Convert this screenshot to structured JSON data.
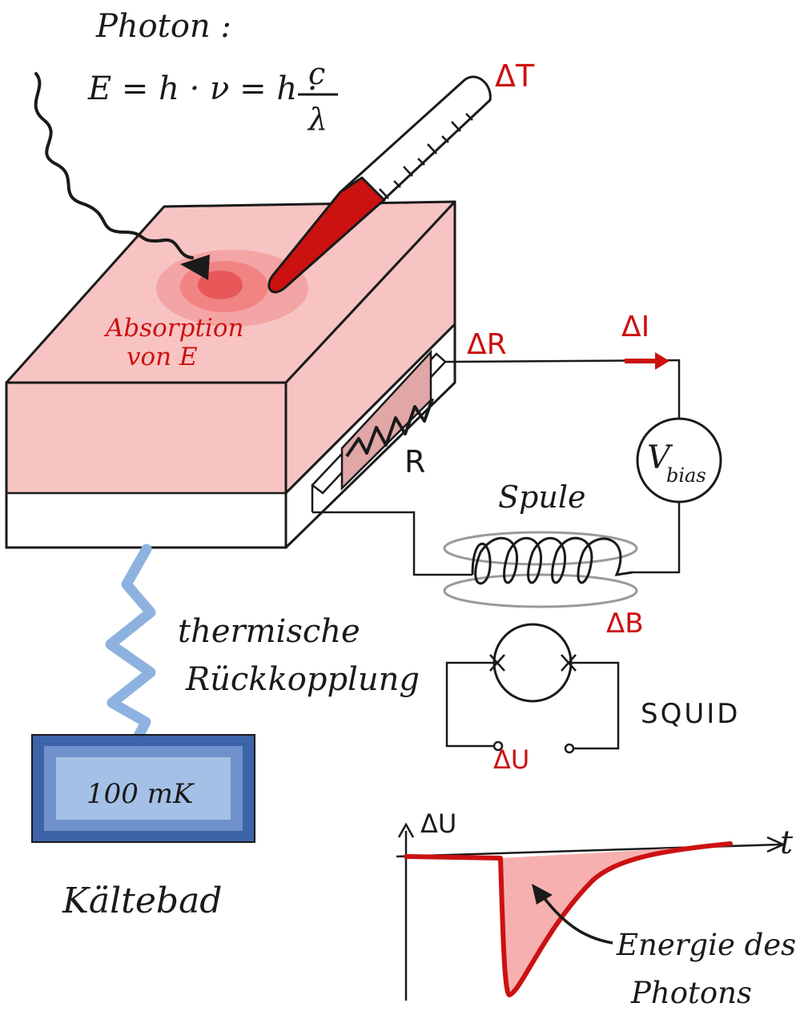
{
  "photon": {
    "title": "Photon :",
    "formula_left": "E = h · ν = h ·",
    "formula_num": "c",
    "formula_den": "λ"
  },
  "labels": {
    "delta_t": "ΔT",
    "absorption_line1": "Absorption",
    "absorption_line2": "von  E",
    "delta_r": "ΔR",
    "r": "R",
    "delta_i": "ΔI",
    "v_bias_main": "V",
    "v_bias_sub": "bias",
    "spule": "Spule",
    "delta_b": "ΔB",
    "squid": "SQUID",
    "delta_u": "ΔU",
    "thermische_line1": "thermische",
    "thermische_line2": "Rückkopplung",
    "bath_temp": "100 mK",
    "kaeltebad": "Kältebad",
    "graph_y": "ΔU",
    "graph_x": "t",
    "energie_line1": "Energie  des",
    "energie_line2": "Photons"
  },
  "colors": {
    "ink": "#1a1a1a",
    "red": "#cc1111",
    "pink_fill": "#f8c3c3",
    "pink_dark": "#eba8a8",
    "blue_dark": "#3d63a8",
    "blue_mid": "#6f92cc",
    "blue_light": "#a5c0e6",
    "spring_blue": "#8eb2e0",
    "grey_loop": "#9a9a9a"
  }
}
